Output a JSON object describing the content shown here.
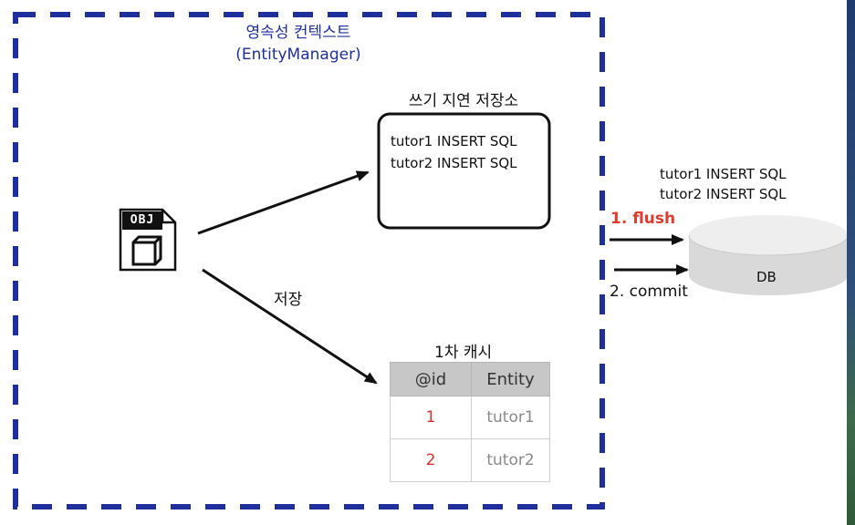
{
  "persistence_context": {
    "title_line1": "영속성 컨텍스트",
    "title_line2": "(EntityManager)"
  },
  "write_behind_store": {
    "title": "쓰기 지연 저장소",
    "lines": [
      "tutor1 INSERT SQL",
      "tutor2 INSERT SQL"
    ]
  },
  "entity_icon": {
    "label": "OBJ",
    "icon": "file-cube-icon"
  },
  "save_label": "저장",
  "first_level_cache": {
    "title": "1차 캐시",
    "headers": [
      "@id",
      "Entity"
    ],
    "rows": [
      {
        "id": "1",
        "entity": "tutor1"
      },
      {
        "id": "2",
        "entity": "tutor2"
      }
    ]
  },
  "db": {
    "label": "DB",
    "sql_lines": [
      "tutor1 INSERT SQL",
      "tutor2 INSERT SQL"
    ]
  },
  "steps": {
    "flush": "1. flush",
    "commit": "2. commit"
  },
  "colors": {
    "context_border": "#1f2f9c",
    "flush": "#e03b2f",
    "cache_id": "#d93030",
    "table_header": "#c7c7c7",
    "db_fill": "#d9d9d9"
  }
}
